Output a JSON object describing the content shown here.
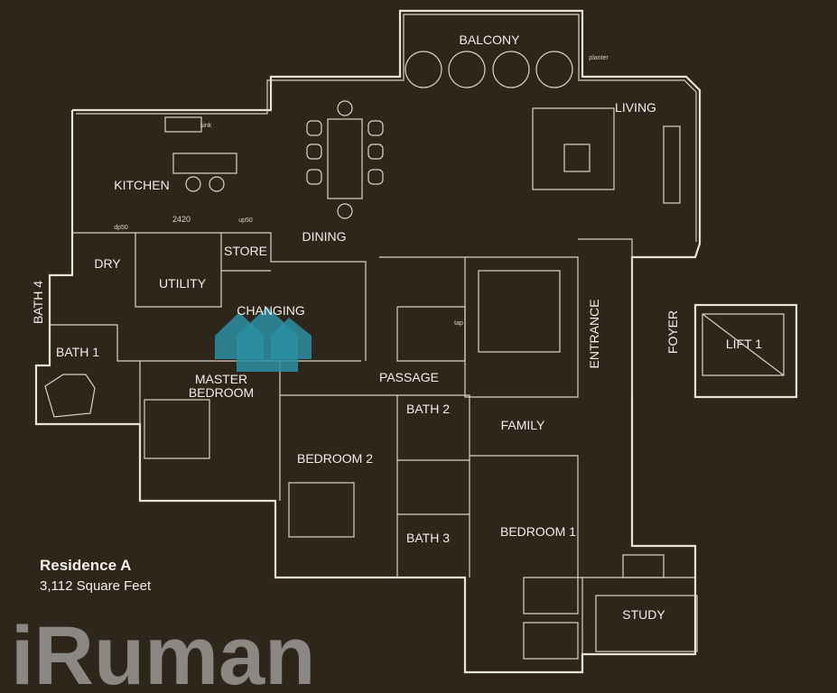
{
  "title": "Residence A",
  "area": "3,112 Square Feet",
  "watermark": "iRuman",
  "colors": {
    "background": "#2f261b",
    "lines": "#e9e4da",
    "logo": "#2a8fa3"
  },
  "rooms": {
    "balcony": "BALCONY",
    "living": "LIVING",
    "kitchen": "KITCHEN",
    "dining": "DINING",
    "dry": "DRY",
    "utility": "UTILITY",
    "store": "STORE",
    "changing": "CHANGING",
    "bath4": "BATH 4",
    "bath1": "BATH 1",
    "master_bedroom_1": "MASTER",
    "master_bedroom_2": "BEDROOM",
    "passage": "PASSAGE",
    "entrance": "ENTRANCE",
    "foyer": "FOYER",
    "lift1": "LIFT 1",
    "bath2": "BATH 2",
    "family": "FAMILY",
    "bedroom2": "BEDROOM 2",
    "bath3": "BATH 3",
    "bedroom1": "BEDROOM 1",
    "study": "STUDY"
  },
  "annotations": {
    "dimension": "2420",
    "planter": "planter",
    "dp50": "dp50",
    "up50": "up50",
    "sink": "sink",
    "tap": "tap"
  }
}
